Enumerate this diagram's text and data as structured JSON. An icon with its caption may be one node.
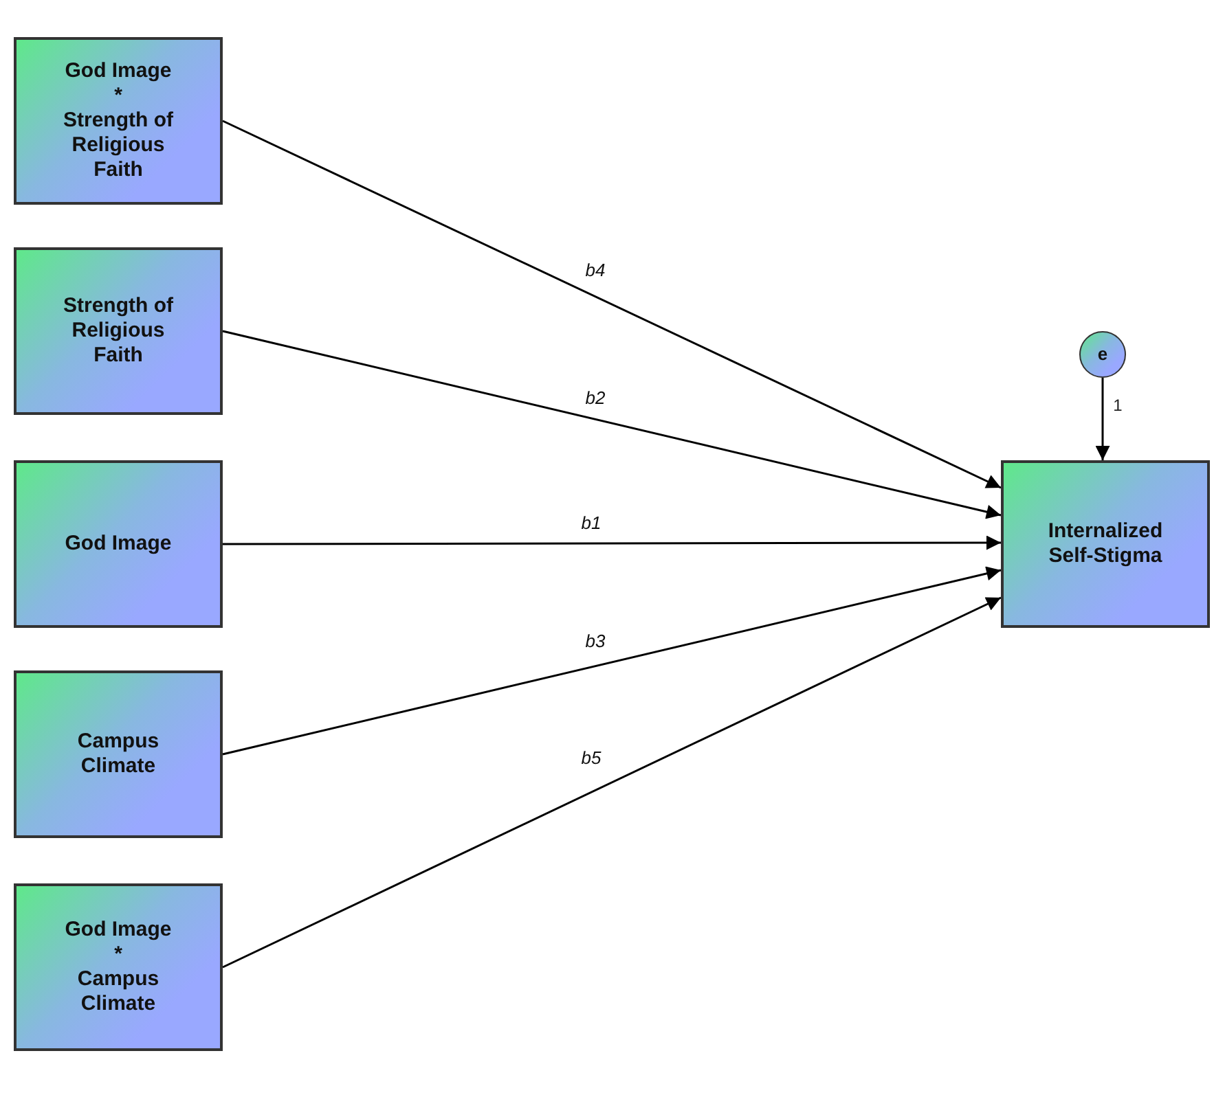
{
  "diagram": {
    "nodes": [
      {
        "text": [
          "God Image",
          "*",
          "Strength of Religious Faith"
        ]
      },
      {
        "text": [
          "Strength of Religious Faith"
        ]
      },
      {
        "text": [
          "God Image"
        ]
      },
      {
        "text": [
          "Campus Climate"
        ]
      },
      {
        "text": [
          "God Image",
          "*",
          "Campus Climate"
        ]
      },
      {
        "text": [
          "Internalized Self-Stigma"
        ]
      },
      {
        "text": [
          "e"
        ]
      }
    ],
    "edges": [
      {
        "from": 0,
        "to": 5,
        "arrow": "to",
        "label": "b4"
      },
      {
        "from": 1,
        "to": 5,
        "arrow": "to",
        "label": "b2"
      },
      {
        "from": 2,
        "to": 5,
        "arrow": "to",
        "label": "b1"
      },
      {
        "from": 3,
        "to": 5,
        "arrow": "to",
        "label": "b3"
      },
      {
        "from": 4,
        "to": 5,
        "arrow": "to",
        "label": "b5"
      },
      {
        "from": 6,
        "to": 5,
        "arrow": "to",
        "label": "1"
      }
    ]
  }
}
